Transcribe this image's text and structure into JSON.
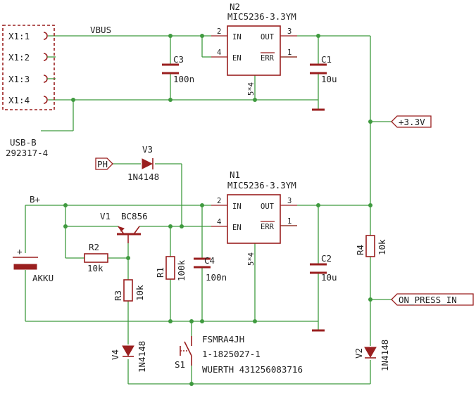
{
  "connector": {
    "pins": [
      "X1:1",
      "X1:2",
      "X1:3",
      "X1:4"
    ],
    "type": "USB-B",
    "part": "292317-4"
  },
  "nets": {
    "vbus": "VBUS",
    "bplus": "B+",
    "v33": "+3.3V",
    "ph": "PH",
    "on_press": "ON_PRESS_IN"
  },
  "n2": {
    "name": "N2",
    "value": "MIC5236-3.3YM",
    "in": "IN",
    "en": "EN",
    "out": "OUT",
    "err": "ERR",
    "pin_in": "2",
    "pin_en": "4",
    "pin_out": "3",
    "pin_err": "1",
    "pin_gnd": "5*4"
  },
  "n1": {
    "name": "N1",
    "value": "MIC5236-3.3YM",
    "in": "IN",
    "en": "EN",
    "out": "OUT",
    "err": "ERR",
    "pin_in": "2",
    "pin_en": "4",
    "pin_out": "3",
    "pin_err": "1",
    "pin_gnd": "5*4"
  },
  "c3": {
    "name": "C3",
    "value": "100n"
  },
  "c1": {
    "name": "C1",
    "value": "10u"
  },
  "c4": {
    "name": "C4",
    "value": "100n"
  },
  "c2": {
    "name": "C2",
    "value": "10u"
  },
  "v3": {
    "name": "V3",
    "value": "1N4148"
  },
  "v1": {
    "name": "V1",
    "value": "BC856"
  },
  "r2": {
    "name": "R2",
    "value": "10k"
  },
  "r3": {
    "name": "R3",
    "value": "10k"
  },
  "r1": {
    "name": "R1",
    "value": "100k"
  },
  "r4": {
    "name": "R4",
    "value": "10k"
  },
  "v4": {
    "name": "V4",
    "value": "1N4148"
  },
  "v2": {
    "name": "V2",
    "value": "1N4148"
  },
  "battery": {
    "plus": "+",
    "name": "AKKU"
  },
  "s1": {
    "name": "S1",
    "value": "FSMRA4JH",
    "part": "1-1825027-1",
    "maker": "WUERTH 431256083716"
  }
}
